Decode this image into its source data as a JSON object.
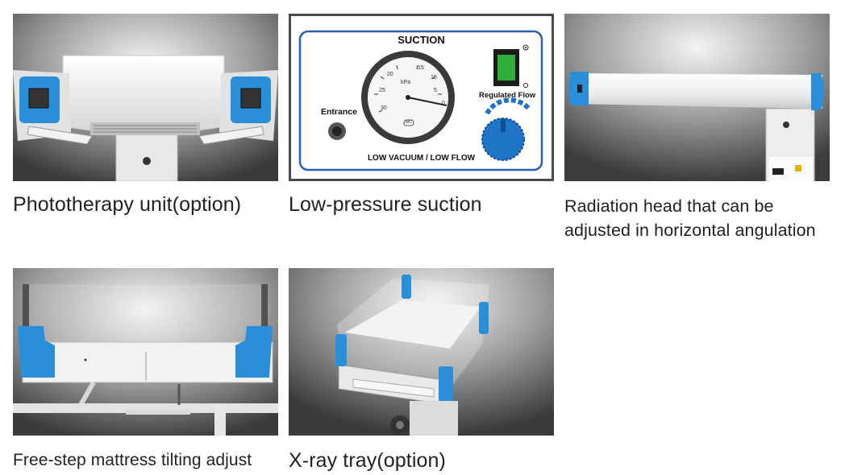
{
  "captions": {
    "phototherapy": "Phototherapy unit(option)",
    "suction": "Low-pressure suction",
    "radiation_line1": "Radiation head that can be",
    "radiation_line2": "adjusted in horizontal angulation",
    "mattress": "Free-step mattress tilting adjust",
    "xray": "X-ray tray(option)"
  },
  "suction_panel": {
    "title": "SUCTION",
    "entrance_label": "Entrance",
    "regulated_label": "Regulated Flow",
    "bottom_label": "LOW VACUUM / LOW FLOW",
    "gauge_unit": "kPa",
    "gauge_ticks": [
      "0",
      "5",
      "10",
      "15",
      "20",
      "25",
      "30"
    ],
    "gauge_badge": "MC"
  },
  "colors": {
    "accent_blue": "#2a8ed8",
    "panel_blue": "#2d5fb0",
    "switch_green": "#2faf3a",
    "knob_blue": "#1f74c8"
  }
}
